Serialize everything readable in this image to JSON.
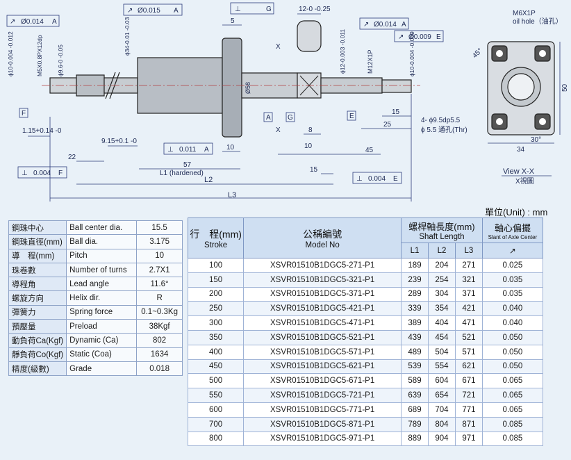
{
  "drawing": {
    "tolerances": {
      "runout_left": "Ø0.014",
      "datum_left": "A",
      "runout_flange": "Ø0.015",
      "datum_flange": "A",
      "perp_frame_symbol": "⊥",
      "perp_frame_g": "G",
      "runout_right": "Ø0.014",
      "datum_right": "A",
      "runout_right2": "Ø0.009",
      "datum_right2": "E",
      "perp_a": "0.011",
      "perp_a_datum": "A",
      "perp_f": "0.004",
      "perp_f_datum": "F",
      "perp_e": "0.004",
      "perp_e_datum": "E"
    },
    "dims": {
      "d10_left": "ϕ10-0.004 -0.012",
      "m5": "M5X0.8PX12dp",
      "d96": "ϕ9.6-0 -0.05",
      "d34": "ϕ34-0.01 -0.03",
      "d58": "Ø58",
      "d12": "ϕ12-0.003 -0.011",
      "m12": "M12X1P",
      "d10_right": "ϕ10-0.004 -0.009",
      "w5": "5",
      "w12": "12-0 -0.25",
      "l115": "1.15+0.14 -0",
      "l915": "9.15+0.1 -0",
      "l22": "22",
      "l10": "10",
      "l57": "57",
      "l1": "L1 (hardened)",
      "l8": "8",
      "l10b": "10",
      "l45": "45",
      "l15": "15",
      "l25": "25",
      "l15b": "15",
      "l2": "L2",
      "l3": "L3",
      "datum_f": "F",
      "datum_a": "A",
      "datum_g": "G",
      "datum_e": "E",
      "x_mark": "X"
    },
    "view": {
      "oil_hole_1": "M6X1P",
      "oil_hole_2": "oil hole（油孔）",
      "angle45": "45°",
      "dim50": "50",
      "dim34": "34",
      "angle30": "30°",
      "holes1": "4- ϕ9.5dp5.5",
      "holes2": "ϕ 5.5 通孔(Thr)",
      "view_title": "View  X-X",
      "view_title_zh": "X視圖"
    }
  },
  "unit_label": "單位(Unit) : mm",
  "specs": [
    {
      "zh": "鋼珠中心",
      "en": "Ball center dia.",
      "val": "15.5"
    },
    {
      "zh": "鋼珠直徑(mm)",
      "en": "Ball dia.",
      "val": "3.175"
    },
    {
      "zh": "導　程(mm)",
      "en": "Pitch",
      "val": "10"
    },
    {
      "zh": "珠卷數",
      "en": "Number of turns",
      "val": "2.7X1"
    },
    {
      "zh": "導程角",
      "en": "Lead angle",
      "val": "11.6°"
    },
    {
      "zh": "螺旋方向",
      "en": "Helix dir.",
      "val": "R"
    },
    {
      "zh": "彈簧力",
      "en": "Spring force",
      "val": "0.1~0.3Kg"
    },
    {
      "zh": "預壓量",
      "en": "Preload",
      "val": "38Kgf"
    },
    {
      "zh": "動負荷Ca(Kgf)",
      "en": "Dynamic (Ca)",
      "val": "802"
    },
    {
      "zh": "靜負荷Co(Kgf)",
      "en": "Static (Coa)",
      "val": "1634"
    },
    {
      "zh": "精度(級數)",
      "en": "Grade",
      "val": "0.018"
    }
  ],
  "table": {
    "h_stroke_zh": "行　程(mm)",
    "h_stroke_en": "Stroke",
    "h_model_zh": "公稱編號",
    "h_model_en": "Model No",
    "h_shaft_zh": "螺桿軸長度(mm)",
    "h_shaft_en": "Shaft Length",
    "h_slant_zh": "軸心偏擺",
    "h_slant_en": "Slant of Axle Center",
    "h_l1": "L1",
    "h_l2": "L2",
    "h_l3": "L3",
    "h_symbol": "↗",
    "rows": [
      {
        "stroke": "100",
        "model": "XSVR01510B1DGC5-271-P1",
        "l1": "189",
        "l2": "204",
        "l3": "271",
        "slant": "0.025"
      },
      {
        "stroke": "150",
        "model": "XSVR01510B1DGC5-321-P1",
        "l1": "239",
        "l2": "254",
        "l3": "321",
        "slant": "0.035"
      },
      {
        "stroke": "200",
        "model": "XSVR01510B1DGC5-371-P1",
        "l1": "289",
        "l2": "304",
        "l3": "371",
        "slant": "0.035"
      },
      {
        "stroke": "250",
        "model": "XSVR01510B1DGC5-421-P1",
        "l1": "339",
        "l2": "354",
        "l3": "421",
        "slant": "0.040"
      },
      {
        "stroke": "300",
        "model": "XSVR01510B1DGC5-471-P1",
        "l1": "389",
        "l2": "404",
        "l3": "471",
        "slant": "0.040"
      },
      {
        "stroke": "350",
        "model": "XSVR01510B1DGC5-521-P1",
        "l1": "439",
        "l2": "454",
        "l3": "521",
        "slant": "0.050"
      },
      {
        "stroke": "400",
        "model": "XSVR01510B1DGC5-571-P1",
        "l1": "489",
        "l2": "504",
        "l3": "571",
        "slant": "0.050"
      },
      {
        "stroke": "450",
        "model": "XSVR01510B1DGC5-621-P1",
        "l1": "539",
        "l2": "554",
        "l3": "621",
        "slant": "0.050"
      },
      {
        "stroke": "500",
        "model": "XSVR01510B1DGC5-671-P1",
        "l1": "589",
        "l2": "604",
        "l3": "671",
        "slant": "0.065"
      },
      {
        "stroke": "550",
        "model": "XSVR01510B1DGC5-721-P1",
        "l1": "639",
        "l2": "654",
        "l3": "721",
        "slant": "0.065"
      },
      {
        "stroke": "600",
        "model": "XSVR01510B1DGC5-771-P1",
        "l1": "689",
        "l2": "704",
        "l3": "771",
        "slant": "0.065"
      },
      {
        "stroke": "700",
        "model": "XSVR01510B1DGC5-871-P1",
        "l1": "789",
        "l2": "804",
        "l3": "871",
        "slant": "0.085"
      },
      {
        "stroke": "800",
        "model": "XSVR01510B1DGC5-971-P1",
        "l1": "889",
        "l2": "904",
        "l3": "971",
        "slant": "0.085"
      }
    ]
  }
}
